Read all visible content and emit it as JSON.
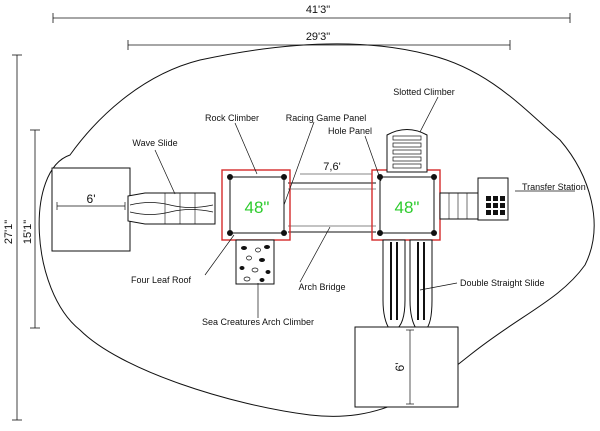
{
  "dimensions": {
    "overall_width": "41'3\"",
    "play_width": "29'3\"",
    "overall_depth": "27'1\"",
    "play_depth": "15'1\"",
    "bridge_span": "7,6'",
    "left_pad": "6'",
    "bottom_pad": "6'"
  },
  "decks": {
    "left_height": "48\"",
    "right_height": "48\""
  },
  "components": {
    "wave_slide": "Wave Slide",
    "rock_climber": "Rock Climber",
    "racing_game_panel": "Racing Game Panel",
    "hole_panel": "Hole Panel",
    "slotted_climber": "Slotted Climber",
    "transfer_station": "Transfer Station",
    "four_leaf_roof": "Four Leaf Roof",
    "arch_bridge": "Arch Bridge",
    "double_straight_slide": "Double Straight Slide",
    "sea_creatures_climber": "Sea Creatures Arch Climber"
  },
  "colors": {
    "deck_outline": "#d42a2a",
    "deck_height_text": "#2ecc2e",
    "line": "#111111"
  }
}
